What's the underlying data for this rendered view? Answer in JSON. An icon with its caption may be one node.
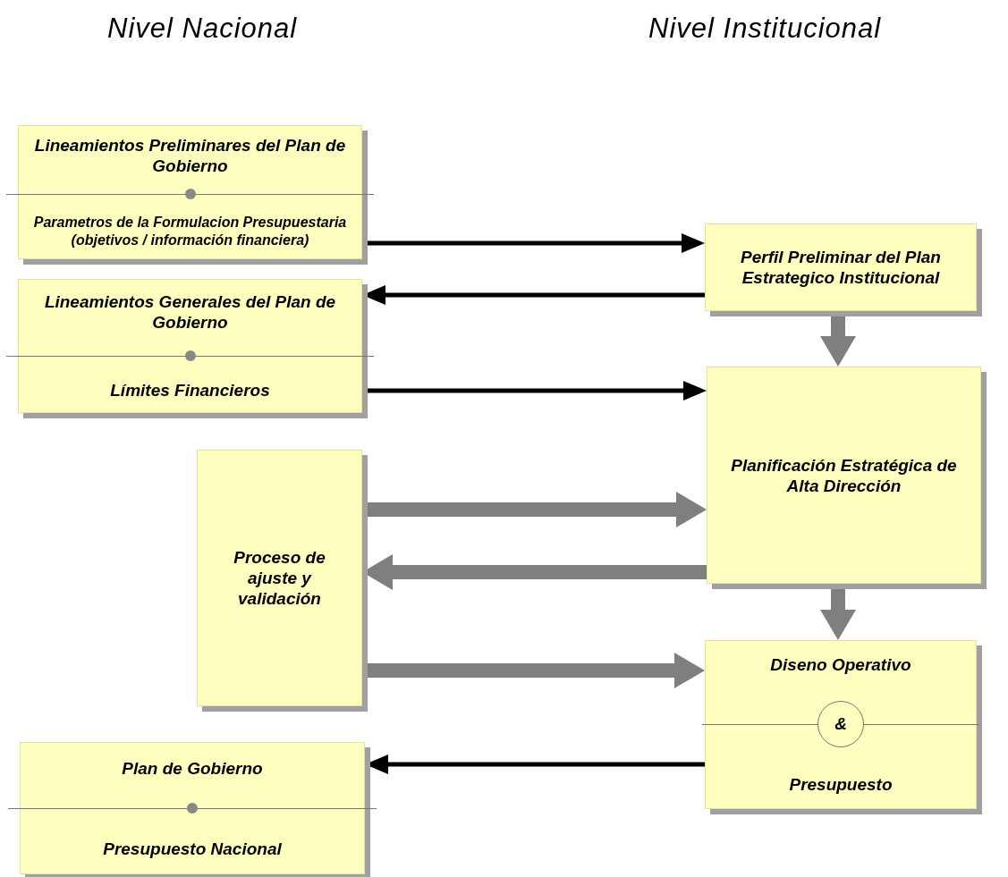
{
  "diagram": {
    "nodes": [
      {
        "text": [
          "Lineamientos Preliminares del Plan de Gobierno",
          "Parametros de la Formulacion Presupuestaria (objetivos / información financiera)"
        ]
      },
      {
        "text": [
          "Lineamientos Generales del Plan de Gobierno",
          "Límites  Financieros"
        ]
      },
      {
        "text": [
          "Proceso de ajuste y validación"
        ]
      },
      {
        "text": [
          "Plan de Gobierno",
          "Presupuesto Nacional"
        ]
      },
      {
        "text": [
          "Perfil Preliminar del Plan Estrategico Institucional"
        ]
      },
      {
        "text": [
          "Planificación Estratégica de Alta Dirección"
        ]
      },
      {
        "text": [
          "Diseno Operativo",
          "&",
          "Presupuesto"
        ]
      }
    ],
    "edges": [
      {
        "from": 0,
        "to": 4,
        "arrow": "to",
        "color": "#000000"
      },
      {
        "from": 4,
        "to": 1,
        "arrow": "to",
        "color": "#000000"
      },
      {
        "from": 1,
        "to": 5,
        "arrow": "to",
        "color": "#000000"
      },
      {
        "from": 4,
        "to": 5,
        "arrow": "to"
      },
      {
        "from": 2,
        "to": 5,
        "arrow": "to"
      },
      {
        "from": 5,
        "to": 2,
        "arrow": "to"
      },
      {
        "from": 2,
        "to": 6,
        "arrow": "to"
      },
      {
        "from": 5,
        "to": 6,
        "arrow": "to"
      },
      {
        "from": 6,
        "to": 3,
        "arrow": "to",
        "color": "#000000"
      }
    ],
    "labels": [
      "Nivel Nacional",
      "Nivel Institucional"
    ]
  }
}
